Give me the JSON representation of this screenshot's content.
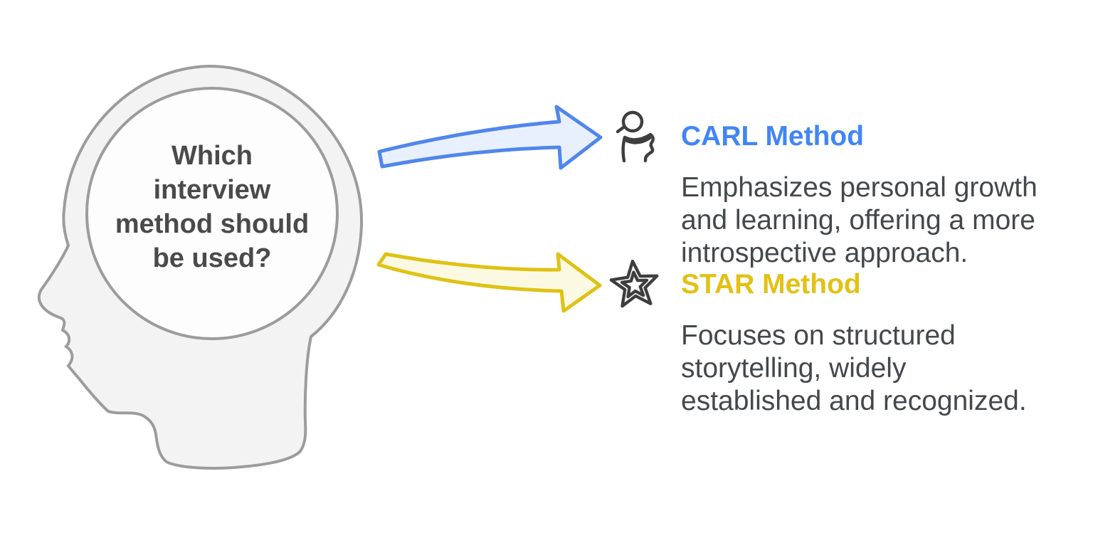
{
  "question": {
    "text": "Which\ninterview\nmethod should\nbe used?"
  },
  "methods": [
    {
      "id": "carl",
      "title": "CARL Method",
      "description": "Emphasizes personal growth\nand learning, offering a more\nintrospective approach.",
      "icon": "person-icon",
      "accent_color": "#4285F4"
    },
    {
      "id": "star",
      "title": "STAR Method",
      "description": "Focuses on structured\nstorytelling, widely\nestablished and recognized.",
      "icon": "star-icon",
      "accent_color": "#E2C115"
    }
  ],
  "colors": {
    "carl_blue": "#4285F4",
    "star_yellow": "#E2C115",
    "arrow_blue_stroke": "#5086EC",
    "arrow_blue_fill": "#E9F0FD",
    "arrow_yellow_stroke": "#DFC213",
    "arrow_yellow_fill": "#FCF9E3",
    "head_stroke": "#9C9C9C",
    "head_fill": "#F3F3F3",
    "circle_fill": "#FDFDFD",
    "question_text": "#4A4A4A",
    "text_dark": "#45484B",
    "icon_stroke": "#3E3E3E",
    "background": "#FFFFFF"
  }
}
